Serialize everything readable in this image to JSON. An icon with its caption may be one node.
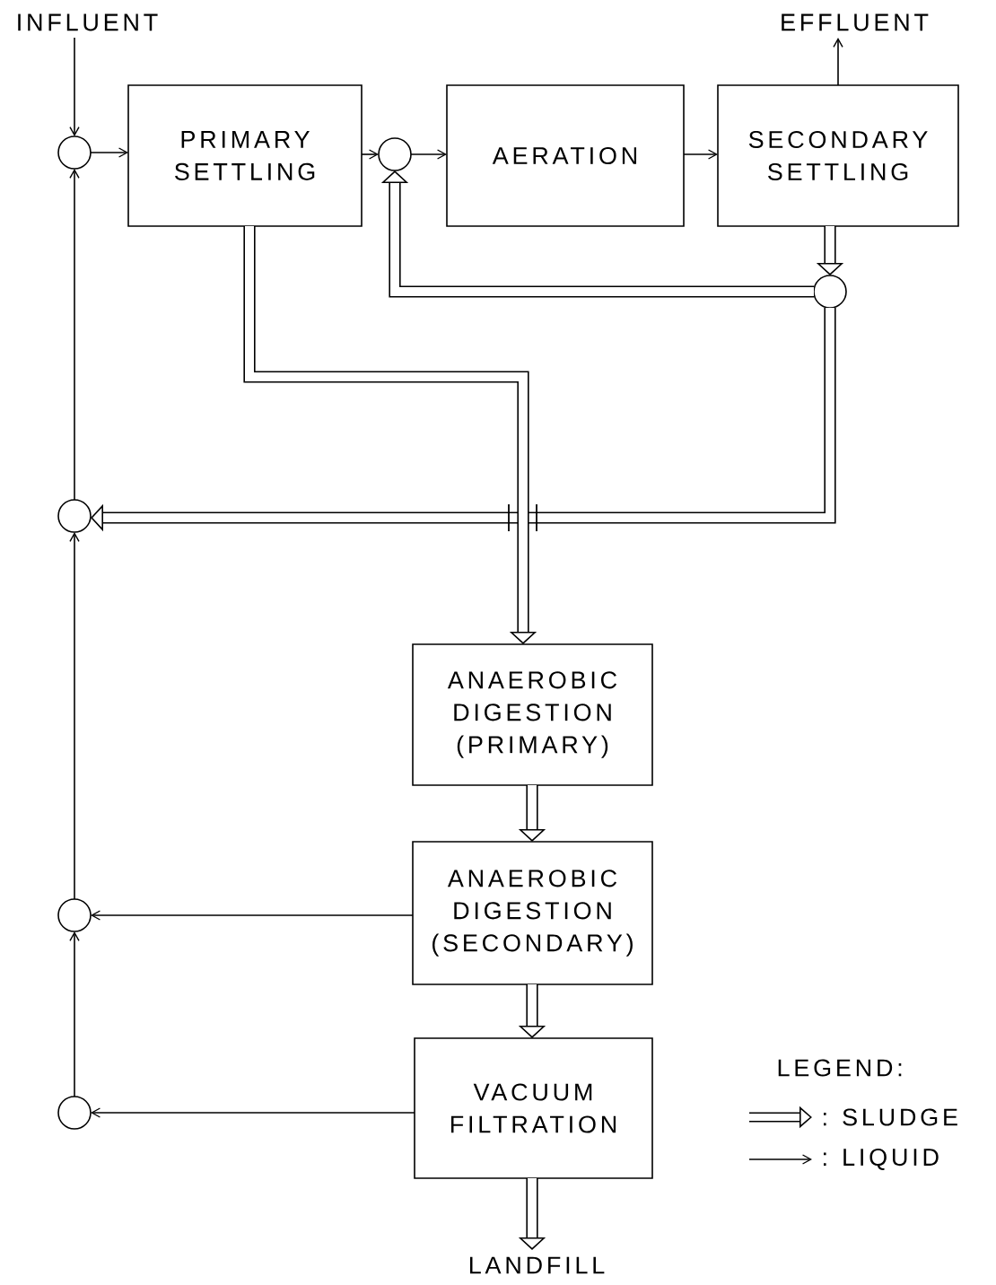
{
  "diagram": {
    "nodes": [
      {
        "text": [
          "INFLUENT"
        ]
      },
      {
        "text": [
          "EFFLUENT"
        ]
      },
      {
        "text": [],
        "shape": "circle"
      },
      {
        "text": [
          "PRIMARY SETTLING"
        ]
      },
      {
        "text": [],
        "shape": "circle"
      },
      {
        "text": [
          "AERATION"
        ]
      },
      {
        "text": [
          "SECONDARY SETTLING"
        ]
      },
      {
        "text": [],
        "shape": "circle"
      },
      {
        "text": [],
        "shape": "circle"
      },
      {
        "text": [
          "ANAEROBIC DIGESTION (PRIMARY)"
        ]
      },
      {
        "text": [
          "ANAEROBIC DIGESTION (SECONDARY)"
        ]
      },
      {
        "text": [],
        "shape": "circle"
      },
      {
        "text": [
          "VACUUM FILTRATION"
        ]
      },
      {
        "text": [],
        "shape": "circle"
      },
      {
        "text": [
          "LANDFILL"
        ]
      }
    ],
    "edges": [
      {
        "from": 0,
        "to": 2,
        "arrow": "to"
      },
      {
        "from": 2,
        "to": 3,
        "arrow": "to"
      },
      {
        "from": 3,
        "to": 4,
        "arrow": "to"
      },
      {
        "from": 4,
        "to": 5,
        "arrow": "to"
      },
      {
        "from": 5,
        "to": 6,
        "arrow": "to"
      },
      {
        "from": 6,
        "to": 1,
        "arrow": "to"
      },
      {
        "from": 6,
        "to": 7,
        "arrow": "to",
        "style": "thick"
      },
      {
        "from": 7,
        "to": 4,
        "arrow": "to",
        "style": "thick"
      },
      {
        "from": 7,
        "to": 8,
        "arrow": "to",
        "style": "thick"
      },
      {
        "from": 3,
        "to": 9,
        "arrow": "to",
        "style": "thick"
      },
      {
        "from": 9,
        "to": 10,
        "arrow": "to",
        "style": "thick"
      },
      {
        "from": 10,
        "to": 12,
        "arrow": "to",
        "style": "thick"
      },
      {
        "from": 12,
        "to": 14,
        "arrow": "to",
        "style": "thick"
      },
      {
        "from": 10,
        "to": 11,
        "arrow": "to"
      },
      {
        "from": 12,
        "to": 13,
        "arrow": "to"
      },
      {
        "from": 13,
        "to": 11,
        "arrow": "to"
      },
      {
        "from": 11,
        "to": 8,
        "arrow": "to"
      },
      {
        "from": 8,
        "to": 2,
        "arrow": "to"
      }
    ],
    "labels": [
      "LEGEND:"
    ],
    "legend": [
      {
        "text": ": SLUDGE"
      },
      {
        "text": ": LIQUID"
      }
    ]
  }
}
